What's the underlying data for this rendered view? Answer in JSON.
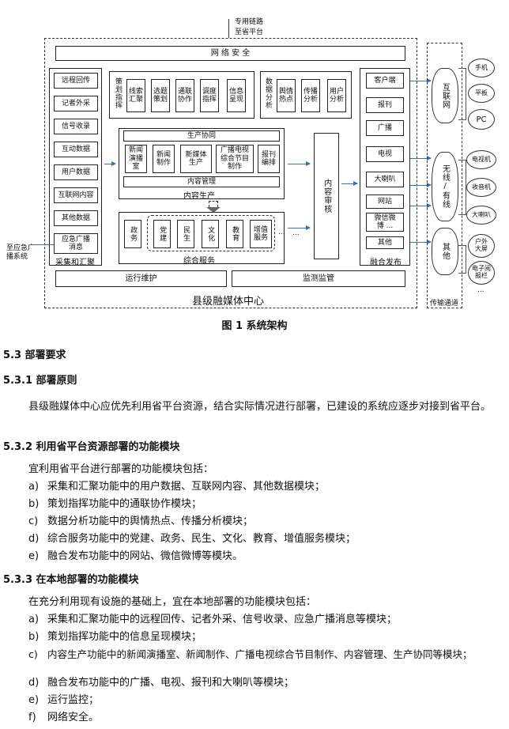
{
  "diagram": {
    "top_link": [
      "专用链路",
      "至省平台"
    ],
    "network_security": "网 络 安 全",
    "collect": {
      "items": [
        "远程回传",
        "记者外采",
        "信号收录",
        "互动数据",
        "用户数据",
        "互联网内容",
        "其他数据",
        "应急广播消息"
      ],
      "title": "采集和汇聚"
    },
    "emergency_label": [
      "至应急广",
      "播系统"
    ],
    "plan": {
      "title": "策划指挥",
      "items": [
        "线索汇聚",
        "选题策划",
        "通联协作",
        "调度指挥",
        "信息呈现"
      ]
    },
    "analysis": {
      "title": "数据分析",
      "items": [
        "舆情热点",
        "传播分析",
        "用户分析"
      ]
    },
    "content": {
      "collab": "生产协同",
      "items": [
        "新闻演播室",
        "新闻制作",
        "新媒体生产",
        "广播电视综合节目制作",
        "报刊编排"
      ],
      "mgmt": "内容管理",
      "title": "内容生产"
    },
    "service": {
      "items": [
        "政务",
        "党建",
        "民生",
        "文化",
        "教育",
        "增值服务"
      ],
      "ellipsis": "...",
      "title": "综合服务"
    },
    "review": "内容审核",
    "ellipsis_mid": "...",
    "publish": {
      "items": [
        "客户端",
        "报刊",
        "广播",
        "电视",
        "大喇叭",
        "网站",
        "微信微博 ...",
        "其他"
      ],
      "title": "融合发布"
    },
    "ops": "运行维护",
    "monitor": "监测监管",
    "center": "县级融媒体中心",
    "channel": {
      "title": "传输通道",
      "clouds": [
        "互联网",
        "无线/有线",
        "其他"
      ]
    },
    "devices": [
      "手机",
      "平板",
      "PC",
      "电视机",
      "收音机",
      "大喇叭",
      "户外大屏",
      "电子阅报栏",
      "..."
    ]
  },
  "doc": {
    "caption": "图 1    系统架构",
    "s53": "5.3   部署要求",
    "s531": "5.3.1   部署原则",
    "p531": "县级融媒体中心应优先利用省平台资源，结合实际情况进行部署，已建设的系统应逐步对接到省平台。",
    "s532": "5.3.2   利用省平台资源部署的功能模块",
    "p532": "宜利用省平台进行部署的功能模块包括：",
    "list532": [
      {
        "m": "a)",
        "t": "采集和汇聚功能中的用户数据、互联网内容、其他数据模块；"
      },
      {
        "m": "b)",
        "t": "策划指挥功能中的通联协作模块；"
      },
      {
        "m": "c)",
        "t": "数据分析功能中的舆情热点、传播分析模块；"
      },
      {
        "m": "d)",
        "t": "综合服务功能中的党建、政务、民生、文化、教育、增值服务模块；"
      },
      {
        "m": "e)",
        "t": "融合发布功能中的网站、微信微博等模块。"
      }
    ],
    "s533": "5.3.3   在本地部署的功能模块",
    "p533": "在充分利用现有设施的基础上，宜在本地部署的功能模块包括：",
    "list533": [
      {
        "m": "a)",
        "t": "采集和汇聚功能中的远程回传、记者外采、信号收录、应急广播消息等模块；"
      },
      {
        "m": "b)",
        "t": "策划指挥功能中的信息呈现模块；"
      },
      {
        "m": "c)",
        "t": "内容生产功能中的新闻演播室、新闻制作、广播电视综合节目制作、内容管理、生产协同等模块；"
      },
      {
        "m": "d)",
        "t": "融合发布功能中的广播、电视、报刊和大喇叭等模块；"
      },
      {
        "m": "e)",
        "t": "运行监控；"
      },
      {
        "m": "f)",
        "t": "网络安全。"
      }
    ]
  }
}
